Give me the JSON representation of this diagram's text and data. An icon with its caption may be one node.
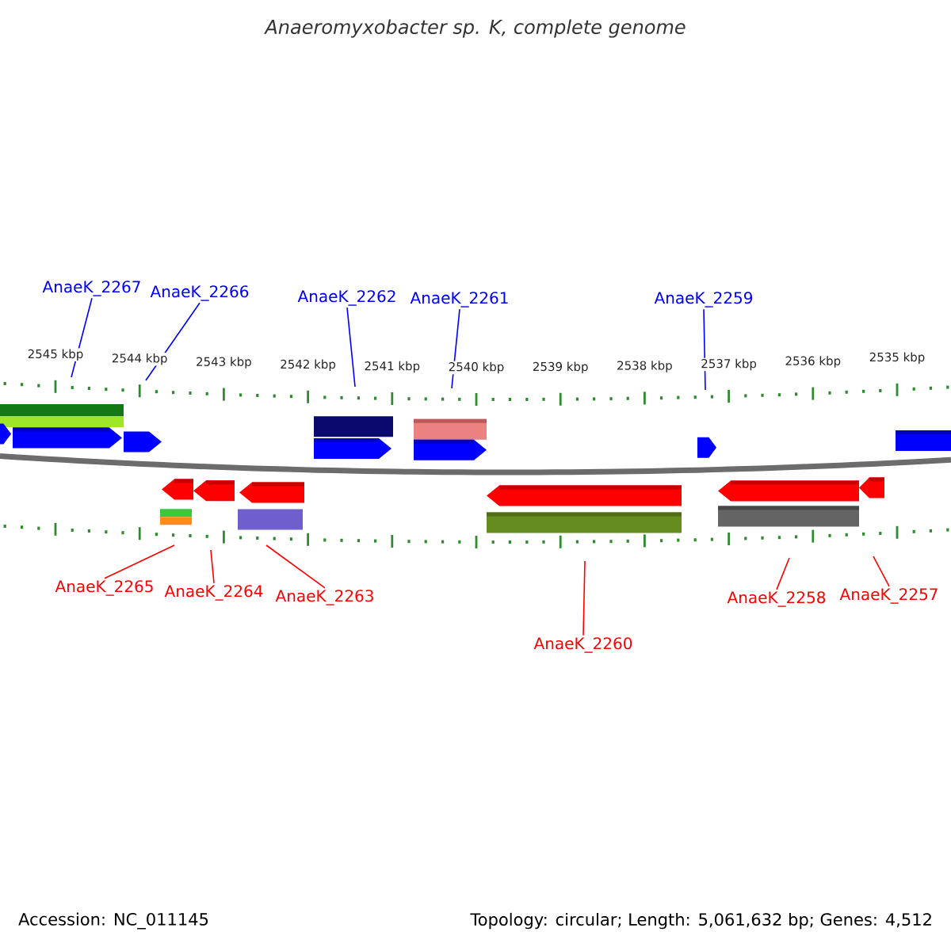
{
  "diagram": {
    "title": "Anaeromyxobacter sp. K, complete genome",
    "nodes": [
      {
        "text": [
          "AnaeK_2267"
        ]
      },
      {
        "text": [
          "AnaeK_2266"
        ]
      },
      {
        "text": [
          "AnaeK_2262"
        ]
      },
      {
        "text": [
          "AnaeK_2261"
        ]
      },
      {
        "text": [
          "AnaeK_2259"
        ]
      },
      {
        "text": [
          "AnaeK_2265"
        ]
      },
      {
        "text": [
          "AnaeK_2264"
        ]
      },
      {
        "text": [
          "AnaeK_2263"
        ]
      },
      {
        "text": [
          "AnaeK_2260"
        ]
      },
      {
        "text": [
          "AnaeK_2258"
        ]
      },
      {
        "text": [
          "AnaeK_2257"
        ]
      }
    ],
    "edges": [
      {
        "from": 0,
        "to": null,
        "arrow": "none",
        "color": "#0000ff"
      },
      {
        "from": 1,
        "to": null,
        "arrow": "none",
        "color": "#0000ff"
      },
      {
        "from": 2,
        "to": null,
        "arrow": "none",
        "color": "#0000ff"
      },
      {
        "from": 3,
        "to": null,
        "arrow": "none",
        "color": "#0000ff"
      },
      {
        "from": 4,
        "to": null,
        "arrow": "none",
        "color": "#0000ff"
      },
      {
        "from": 5,
        "to": null,
        "arrow": "none"
      },
      {
        "from": 6,
        "to": null,
        "arrow": "none"
      },
      {
        "from": 7,
        "to": null,
        "arrow": "none"
      },
      {
        "from": 8,
        "to": null,
        "arrow": "none"
      },
      {
        "from": 9,
        "to": null,
        "arrow": "none"
      },
      {
        "from": 10,
        "to": null,
        "arrow": "none"
      }
    ],
    "labels": [
      "2545 kbp",
      "2544 kbp",
      "2543 kbp",
      "2542 kbp",
      "2541 kbp",
      "2540 kbp",
      "2539 kbp",
      "2538 kbp",
      "2537 kbp",
      "2536 kbp",
      "2535 kbp",
      "Accession: NC_011145",
      "Topology: circular; Length: 5,061,632 bp; Genes: 4,512"
    ]
  }
}
